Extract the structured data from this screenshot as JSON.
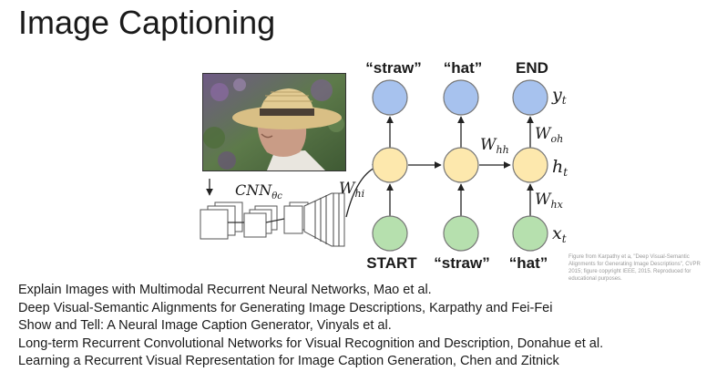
{
  "slide": {
    "title": "Image Captioning"
  },
  "diagram": {
    "cnn_label": "CNN",
    "cnn_subscript": "θc",
    "weights": {
      "input_hidden": {
        "main": "W",
        "sub": "hi"
      },
      "hidden_hidden": {
        "main": "W",
        "sub": "hh"
      },
      "hidden_output": {
        "main": "W",
        "sub": "oh"
      },
      "input_x": {
        "main": "W",
        "sub": "hx"
      }
    },
    "vars": {
      "output": {
        "main": "y",
        "sub": "t"
      },
      "hidden": {
        "main": "h",
        "sub": "t"
      },
      "input": {
        "main": "x",
        "sub": "t"
      }
    },
    "outputs": [
      "“straw”",
      "“hat”",
      "END"
    ],
    "inputs": [
      "START",
      "“straw”",
      "“hat”"
    ],
    "colors": {
      "output_node": "#a7c2ee",
      "hidden_node": "#fde8ad",
      "input_node": "#b6e0ae",
      "node_stroke": "#777777"
    }
  },
  "credit": "Figure from Karpathy et a, \"Deep Visual-Semantic Alignments for Generating Image Descriptions\", CVPR 2015; figure copyright IEEE, 2015. Reproduced for educational purposes.",
  "references": [
    "Explain Images with Multimodal Recurrent Neural Networks, Mao et al.",
    "Deep Visual-Semantic Alignments for Generating Image Descriptions, Karpathy and Fei-Fei",
    "Show and Tell: A Neural Image Caption Generator, Vinyals et al.",
    "Long-term Recurrent Convolutional Networks for Visual Recognition and Description, Donahue et al.",
    "Learning a Recurrent Visual Representation for Image Caption Generation, Chen and Zitnick"
  ]
}
